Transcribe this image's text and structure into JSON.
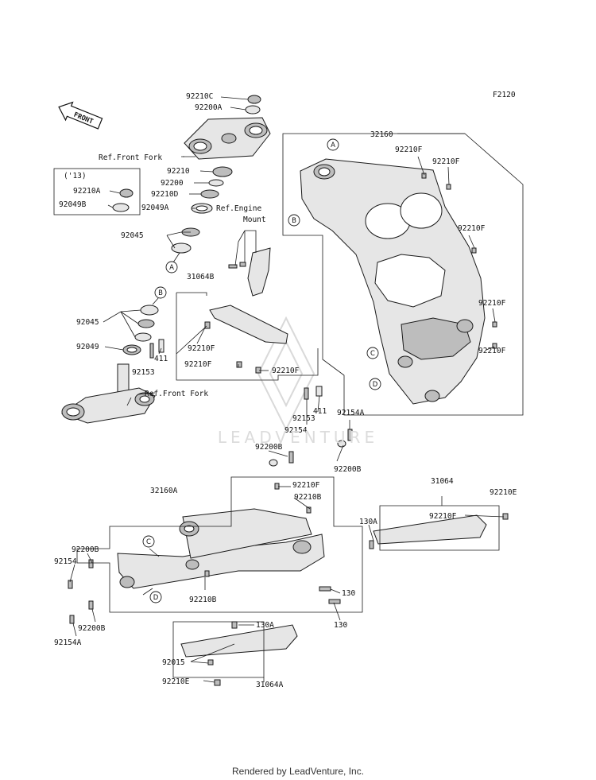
{
  "diagram_code": "F2120",
  "direction": "FRONT",
  "watermark": "LEADVENTURE",
  "footer": "Rendered by LeadVenture, Inc.",
  "year_box": "('13)",
  "refs": {
    "front_fork_top": "Ref.Front Fork",
    "front_fork_bottom": "Ref.Front Fork",
    "engine_mount_1": "Ref.Engine",
    "engine_mount_2": "Mount"
  },
  "callouts": [
    "A",
    "B",
    "C",
    "D"
  ],
  "parts": {
    "p92210C": "92210C",
    "p92200A": "92200A",
    "p92210_top": "92210",
    "p92200": "92200",
    "p92210D": "92210D",
    "p92049A": "92049A",
    "p92045_top": "92045",
    "p92210A": "92210A",
    "p92049B": "92049B",
    "p31064B": "31064B",
    "p92045_low": "92045",
    "p92049": "92049",
    "p411_left": "411",
    "p92153_left": "92153",
    "p92210F_b1": "92210F",
    "p92210F_b2": "92210F",
    "p92210F_b3": "92210F",
    "p32160": "32160",
    "p92210F_f1": "92210F",
    "p92210F_f2": "92210F",
    "p92210F_f3": "92210F",
    "p92210F_f4": "92210F",
    "p92210F_f5": "92210F",
    "p411_mid": "411",
    "p92153_mid": "92153",
    "p92154_mid": "92154",
    "p92154A_mid": "92154A",
    "p92200B_mid": "92200B",
    "p92200B_right": "92200B",
    "p32160A": "32160A",
    "p92210F_r": "92210F",
    "p92210B_r": "92210B",
    "p31064": "31064",
    "p92210E_r": "92210E",
    "p130A_r": "130A",
    "p92210F_31064": "92210F",
    "p92200B_l1": "92200B",
    "p92154_l": "92154",
    "p92210B_l": "92210B",
    "p92200B_l2": "92200B",
    "p92154A_l": "92154A",
    "p130_a": "130",
    "p130_b": "130",
    "p130A_low": "130A",
    "p92015": "92015",
    "p92210E_low": "92210E",
    "p31064A": "31064A"
  }
}
